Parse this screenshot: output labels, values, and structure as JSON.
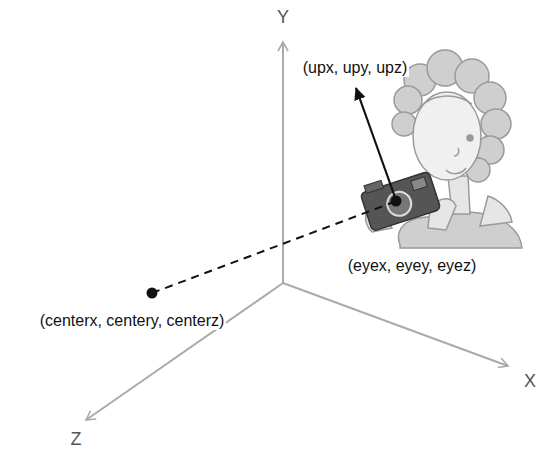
{
  "diagram": {
    "labels": [
      "Y",
      "(upx, upy, upz)",
      "(eyex, eyey, eyez)",
      "(centerx, centery, centerz)",
      "X",
      "Z"
    ]
  }
}
